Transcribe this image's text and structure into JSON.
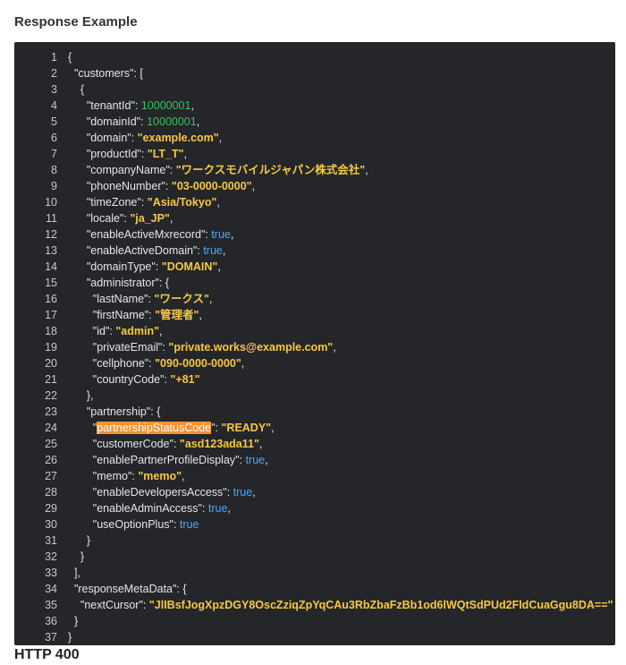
{
  "section_title": "Response Example",
  "next_section_title": "HTTP 400",
  "colors": {
    "code_bg": "#24262a",
    "string": "#f7c842",
    "number": "#37c25a",
    "boolean": "#4aa8ff",
    "highlight": "#f79232"
  },
  "lines": [
    {
      "n": "1",
      "t": [
        {
          "c": "p",
          "v": "{"
        }
      ]
    },
    {
      "n": "2",
      "t": [
        {
          "c": "k",
          "v": "  \"customers\": ["
        }
      ]
    },
    {
      "n": "3",
      "t": [
        {
          "c": "p",
          "v": "    {"
        }
      ]
    },
    {
      "n": "4",
      "t": [
        {
          "c": "k",
          "v": "      \"tenantId\": "
        },
        {
          "c": "n",
          "v": "10000001"
        },
        {
          "c": "p",
          "v": ","
        }
      ]
    },
    {
      "n": "5",
      "t": [
        {
          "c": "k",
          "v": "      \"domainId\": "
        },
        {
          "c": "n",
          "v": "10000001"
        },
        {
          "c": "p",
          "v": ","
        }
      ]
    },
    {
      "n": "6",
      "t": [
        {
          "c": "k",
          "v": "      \"domain\": "
        },
        {
          "c": "s",
          "v": "\"example.com\""
        },
        {
          "c": "p",
          "v": ","
        }
      ]
    },
    {
      "n": "7",
      "t": [
        {
          "c": "k",
          "v": "      \"productId\": "
        },
        {
          "c": "s",
          "v": "\"LT_T\""
        },
        {
          "c": "p",
          "v": ","
        }
      ]
    },
    {
      "n": "8",
      "t": [
        {
          "c": "k",
          "v": "      \"companyName\": "
        },
        {
          "c": "s",
          "v": "\"ワークスモバイルジャパン株式会社\""
        },
        {
          "c": "p",
          "v": ","
        }
      ]
    },
    {
      "n": "9",
      "t": [
        {
          "c": "k",
          "v": "      \"phoneNumber\": "
        },
        {
          "c": "s",
          "v": "\"03-0000-0000\""
        },
        {
          "c": "p",
          "v": ","
        }
      ]
    },
    {
      "n": "10",
      "t": [
        {
          "c": "k",
          "v": "      \"timeZone\": "
        },
        {
          "c": "s",
          "v": "\"Asia/Tokyo\""
        },
        {
          "c": "p",
          "v": ","
        }
      ]
    },
    {
      "n": "11",
      "t": [
        {
          "c": "k",
          "v": "      \"locale\": "
        },
        {
          "c": "s",
          "v": "\"ja_JP\""
        },
        {
          "c": "p",
          "v": ","
        }
      ]
    },
    {
      "n": "12",
      "t": [
        {
          "c": "k",
          "v": "      \"enableActiveMxrecord\": "
        },
        {
          "c": "b",
          "v": "true"
        },
        {
          "c": "p",
          "v": ","
        }
      ]
    },
    {
      "n": "13",
      "t": [
        {
          "c": "k",
          "v": "      \"enableActiveDomain\": "
        },
        {
          "c": "b",
          "v": "true"
        },
        {
          "c": "p",
          "v": ","
        }
      ]
    },
    {
      "n": "14",
      "t": [
        {
          "c": "k",
          "v": "      \"domainType\": "
        },
        {
          "c": "s",
          "v": "\"DOMAIN\""
        },
        {
          "c": "p",
          "v": ","
        }
      ]
    },
    {
      "n": "15",
      "t": [
        {
          "c": "k",
          "v": "      \"administrator\": {"
        }
      ]
    },
    {
      "n": "16",
      "t": [
        {
          "c": "k",
          "v": "        \"lastName\": "
        },
        {
          "c": "s",
          "v": "\"ワークス\""
        },
        {
          "c": "p",
          "v": ","
        }
      ]
    },
    {
      "n": "17",
      "t": [
        {
          "c": "k",
          "v": "        \"firstName\": "
        },
        {
          "c": "s",
          "v": "\"管理者\""
        },
        {
          "c": "p",
          "v": ","
        }
      ]
    },
    {
      "n": "18",
      "t": [
        {
          "c": "k",
          "v": "        \"id\": "
        },
        {
          "c": "s",
          "v": "\"admin\""
        },
        {
          "c": "p",
          "v": ","
        }
      ]
    },
    {
      "n": "19",
      "t": [
        {
          "c": "k",
          "v": "        \"privateEmail\": "
        },
        {
          "c": "s",
          "v": "\"private.works@example.com\""
        },
        {
          "c": "p",
          "v": ","
        }
      ]
    },
    {
      "n": "20",
      "t": [
        {
          "c": "k",
          "v": "        \"cellphone\": "
        },
        {
          "c": "s",
          "v": "\"090-0000-0000\""
        },
        {
          "c": "p",
          "v": ","
        }
      ]
    },
    {
      "n": "21",
      "t": [
        {
          "c": "k",
          "v": "        \"countryCode\": "
        },
        {
          "c": "s",
          "v": "\"+81\""
        }
      ]
    },
    {
      "n": "22",
      "t": [
        {
          "c": "p",
          "v": "      },"
        }
      ]
    },
    {
      "n": "23",
      "t": [
        {
          "c": "k",
          "v": "      \"partnership\": {"
        }
      ]
    },
    {
      "n": "24",
      "t": [
        {
          "c": "k",
          "v": "        \""
        },
        {
          "c": "hl",
          "v": "partnershipStatusCode"
        },
        {
          "c": "k",
          "v": "\": "
        },
        {
          "c": "s",
          "v": "\"READY\""
        },
        {
          "c": "p",
          "v": ","
        }
      ]
    },
    {
      "n": "25",
      "t": [
        {
          "c": "k",
          "v": "        \"customerCode\": "
        },
        {
          "c": "s",
          "v": "\"asd123ada11\""
        },
        {
          "c": "p",
          "v": ","
        }
      ]
    },
    {
      "n": "26",
      "t": [
        {
          "c": "k",
          "v": "        \"enablePartnerProfileDisplay\": "
        },
        {
          "c": "b",
          "v": "true"
        },
        {
          "c": "p",
          "v": ","
        }
      ]
    },
    {
      "n": "27",
      "t": [
        {
          "c": "k",
          "v": "        \"memo\": "
        },
        {
          "c": "s",
          "v": "\"memo\""
        },
        {
          "c": "p",
          "v": ","
        }
      ]
    },
    {
      "n": "28",
      "t": [
        {
          "c": "k",
          "v": "        \"enableDevelopersAccess\": "
        },
        {
          "c": "b",
          "v": "true"
        },
        {
          "c": "p",
          "v": ","
        }
      ]
    },
    {
      "n": "29",
      "t": [
        {
          "c": "k",
          "v": "        \"enableAdminAccess\": "
        },
        {
          "c": "b",
          "v": "true"
        },
        {
          "c": "p",
          "v": ","
        }
      ]
    },
    {
      "n": "30",
      "t": [
        {
          "c": "k",
          "v": "        \"useOptionPlus\": "
        },
        {
          "c": "b",
          "v": "true"
        }
      ]
    },
    {
      "n": "31",
      "t": [
        {
          "c": "p",
          "v": "      }"
        }
      ]
    },
    {
      "n": "32",
      "t": [
        {
          "c": "p",
          "v": "    }"
        }
      ]
    },
    {
      "n": "33",
      "t": [
        {
          "c": "p",
          "v": "  ],"
        }
      ]
    },
    {
      "n": "34",
      "t": [
        {
          "c": "k",
          "v": "  \"responseMetaData\": {"
        }
      ]
    },
    {
      "n": "35",
      "t": [
        {
          "c": "k",
          "v": "    \"nextCursor\": "
        },
        {
          "c": "s",
          "v": "\"JlIBsfJogXpzDGY8OscZziqZpYqCAu3RbZbaFzBb1od6lWQtSdPUd2FldCuaGgu8DA==\""
        }
      ]
    },
    {
      "n": "36",
      "t": [
        {
          "c": "p",
          "v": "  }"
        }
      ]
    },
    {
      "n": "37",
      "t": [
        {
          "c": "p",
          "v": "}"
        }
      ]
    }
  ]
}
